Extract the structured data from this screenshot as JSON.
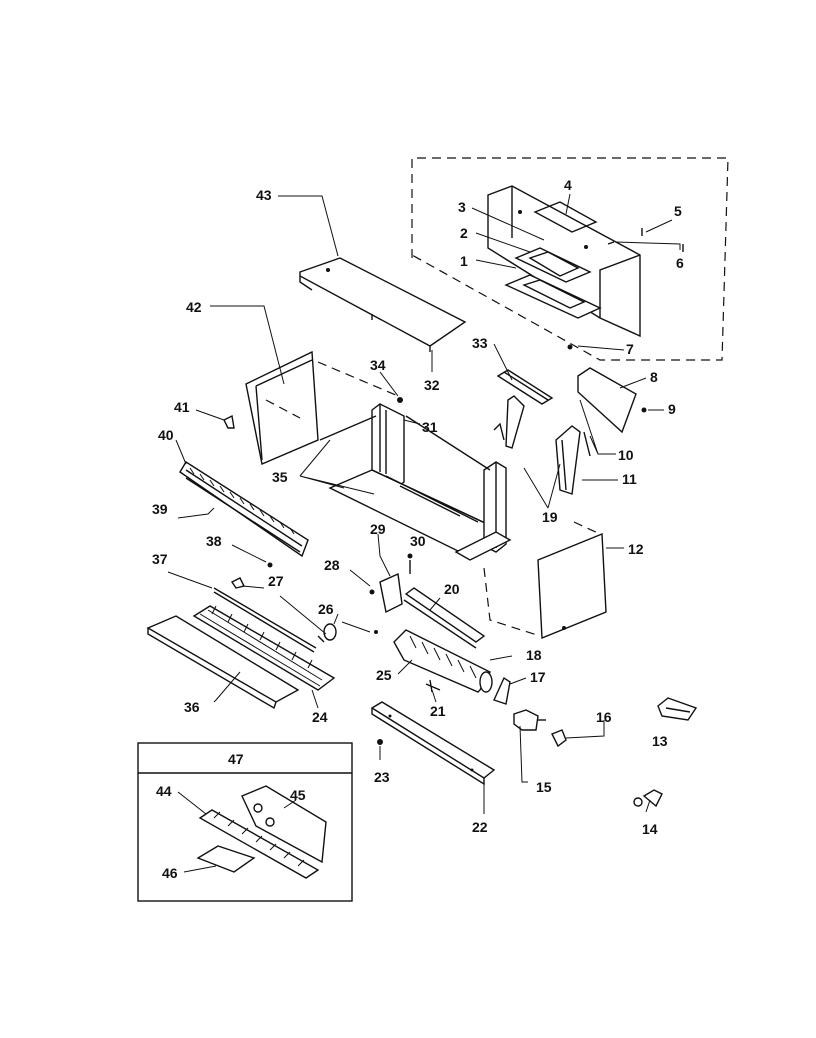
{
  "diagram": {
    "callouts": [
      "1",
      "2",
      "3",
      "4",
      "5",
      "6",
      "7",
      "8",
      "9",
      "10",
      "11",
      "12",
      "13",
      "14",
      "15",
      "16",
      "17",
      "18",
      "19",
      "20",
      "21",
      "22",
      "23",
      "24",
      "25",
      "26",
      "27",
      "28",
      "29",
      "30",
      "31",
      "32",
      "33",
      "34",
      "35",
      "36",
      "37",
      "38",
      "39",
      "40",
      "41",
      "42",
      "43",
      "44",
      "45",
      "46"
    ],
    "kit_box_label": "47"
  }
}
